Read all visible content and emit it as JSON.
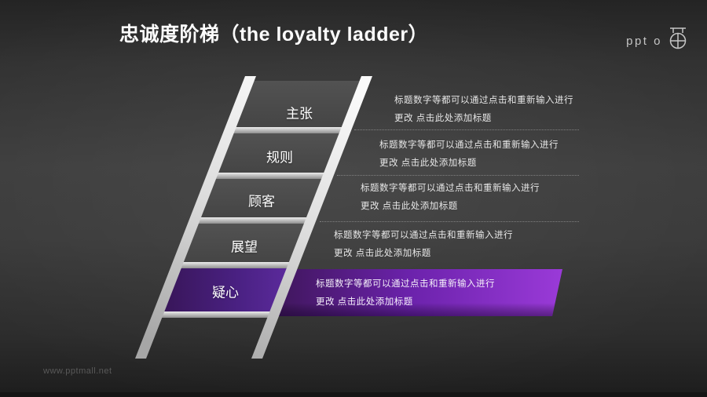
{
  "slide": {
    "title": "忠诚度阶梯（the loyalty ladder）",
    "watermark": "www.pptmall.net"
  },
  "logo": {
    "text": "ppt o",
    "emblem_icon": "circle-compass-icon"
  },
  "ladder": {
    "steps": [
      {
        "label": "主张",
        "highlighted": false,
        "desc_line1": "标题数字等都可以通过点击和重新输入进行",
        "desc_line2": "更改 点击此处添加标题"
      },
      {
        "label": "规则",
        "highlighted": false,
        "desc_line1": "标题数字等都可以通过点击和重新输入进行",
        "desc_line2": "更改 点击此处添加标题"
      },
      {
        "label": "顾客",
        "highlighted": false,
        "desc_line1": "标题数字等都可以通过点击和重新输入进行",
        "desc_line2": "更改 点击此处添加标题"
      },
      {
        "label": "展望",
        "highlighted": false,
        "desc_line1": "标题数字等都可以通过点击和重新输入进行",
        "desc_line2": "更改 点击此处添加标题"
      },
      {
        "label": "疑心",
        "highlighted": true,
        "desc_line1": "标题数字等都可以通过点击和重新输入进行",
        "desc_line2": "更改 点击此处添加标题"
      }
    ]
  },
  "colors": {
    "background_mid": "#3e3e3e",
    "background_edge": "#202020",
    "panel_gray": "#4b4b4b",
    "rail_silver": "#dcdcdc",
    "purple_dark": "#3a165e",
    "purple_mid": "#6b22ab",
    "purple_bright": "#9a3ad8",
    "text_white": "#ffffff",
    "desc_gray": "#e6e6e6",
    "watermark_gray": "#595959"
  }
}
